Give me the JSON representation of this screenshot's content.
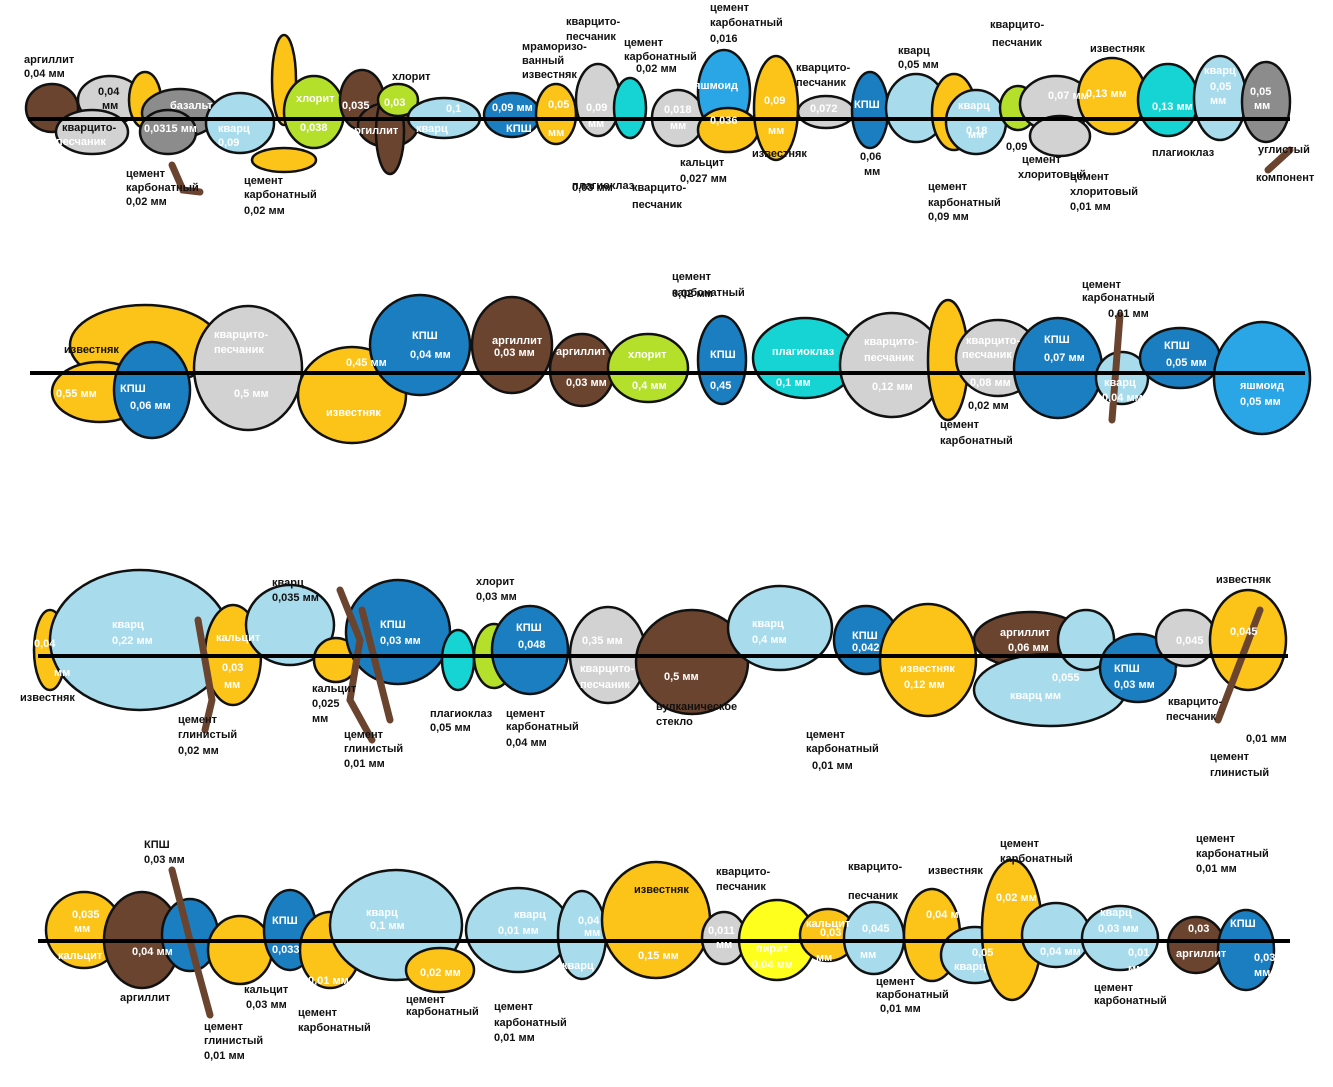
{
  "colors": {
    "quartz": "#a8dced",
    "limestone": "#fcc419",
    "argillite": "#6b4430",
    "sandstone": "#d2d2d2",
    "kpsh": "#1b7ec0",
    "chlorite": "#b4e02c",
    "plagioclase": "#16d4d4",
    "jasper": "#2aa5e5",
    "basalt": "#8c8c8c",
    "volcanic": "#6b4430",
    "pyrite": "#ffff1e",
    "cement": "#fcc419",
    "outline": "#111111"
  },
  "rows": [
    {
      "labels": [
        "аргиллит",
        "0,04 мм",
        "0,04",
        "мм",
        "кварцито-",
        "песчаник",
        "базальт",
        "0,0315 мм",
        "цемент",
        "карбонатный",
        "0,02 мм",
        "кварц",
        "0,09",
        "хлорит",
        "0,038",
        "цемент",
        "карбонатный",
        "0,02 мм",
        "0,035",
        "аргиллит",
        "0,03",
        "хлорит",
        "кварц",
        "0,1",
        "0,09 мм",
        "КПШ",
        "0,05",
        "мм",
        "мраморизо-",
        "ванный",
        "известняк",
        "кварцито-",
        "песчаник",
        "0,09",
        "мм",
        "плагиоклаз",
        "0,03 мм",
        "цемент",
        "карбонатный",
        "0,02 мм",
        "0,018",
        "мм",
        "кварцито-",
        "песчаник",
        "кальцит",
        "0,027 мм",
        "цемент",
        "карбонатный",
        "0,016",
        "яшмоид",
        "0,036",
        "0,09",
        "мм",
        "известняк",
        "кварцито-",
        "песчаник",
        "0,072",
        "КПШ",
        "0,06",
        "мм",
        "кварц",
        "0,05 мм",
        "кварц",
        "0,18",
        "мм",
        "цемент",
        "карбонатный",
        "0,09 мм",
        "0,09",
        "цемент",
        "хлоритовый",
        "кварцито-",
        "песчаник",
        "0,07 мм",
        "известняк",
        "0,13 мм",
        "цемент",
        "хлоритовый",
        "0,01 мм",
        "0,13 мм",
        "плагиоклаз",
        "кварц",
        "0,05",
        "мм",
        "0,05",
        "мм",
        "углистый",
        "компонент"
      ]
    },
    {
      "labels": [
        "известняк",
        "0,55 мм",
        "КПШ",
        "0,06 мм",
        "кварцито-",
        "песчаник",
        "0,5 мм",
        "0,45 мм",
        "известняк",
        "КПШ",
        "0,04 мм",
        "аргиллит",
        "0,03 мм",
        "аргиллит",
        "0,03 мм",
        "цемент",
        "карбонатный",
        "0,02 мм",
        "хлорит",
        "0,4 мм",
        "КПШ",
        "0,45",
        "плагиоклаз",
        "0,1 мм",
        "кварцито-",
        "песчаник",
        "0,12 мм",
        "кварцито-",
        "песчаник",
        "0,08 мм",
        "0,02 мм",
        "цемент",
        "карбонатный",
        "КПШ",
        "0,07 мм",
        "цемент",
        "карбонатный",
        "0,01 мм",
        "кварц",
        "0,04 мм",
        "КПШ",
        "0,05 мм",
        "яшмоид",
        "0,05 мм"
      ]
    },
    {
      "labels": [
        "0,04",
        "мм",
        "известняк",
        "кварц",
        "0,22 мм",
        "кальцит",
        "0,03",
        "мм",
        "цемент",
        "глинистый",
        "0,02 мм",
        "кварц",
        "0,035 мм",
        "кальцит",
        "0,025",
        "мм",
        "цемент",
        "глинистый",
        "0,01 мм",
        "КПШ",
        "0,03 мм",
        "плагиоклаз",
        "0,05 мм",
        "хлорит",
        "0,03 мм",
        "КПШ",
        "0,048",
        "цемент",
        "карбонатный",
        "0,04 мм",
        "0,35 мм",
        "кварцито-",
        "песчаник",
        "0,5 мм",
        "вулканическое",
        "стекло",
        "кварц",
        "0,4 мм",
        "КПШ",
        "0,042",
        "цемент",
        "карбонатный",
        "0,01 мм",
        "известняк",
        "0,12 мм",
        "аргиллит",
        "0,06 мм",
        "0,055",
        "кварц  мм",
        "КПШ",
        "0,03 мм",
        "0,045",
        "мм",
        "кварцито-",
        "песчаник",
        "известняк",
        "0,045",
        "0,01 мм",
        "цемент",
        "глинистый"
      ]
    },
    {
      "labels": [
        "0,035",
        "мм",
        "кальцит",
        "КПШ",
        "0,03 мм",
        "0,04 мм",
        "аргиллит",
        "цемент",
        "глинистый",
        "0,01 мм",
        "кальцит",
        "0,03 мм",
        "КПШ",
        "0,033",
        "кварц",
        "0,1 мм",
        "0,01 мм",
        "цемент",
        "карбонатный",
        "0,02 мм",
        "цемент",
        "карбонатный",
        "кварц",
        "0,01 мм",
        "цемент",
        "карбонатный",
        "0,01 мм",
        "0,04",
        "мм",
        "кварц",
        "известняк",
        "0,15 мм",
        "кварцито-",
        "песчаник",
        "0,011",
        "мм",
        "пирит",
        "0,04 мм",
        "кальцит",
        "0,03",
        "мм",
        "кварцито-",
        "песчаник",
        "0,045",
        "мм",
        "цемент",
        "карбонатный",
        "0,01 мм",
        "известняк",
        "0,04 мм",
        "кварц",
        "0,05",
        "цемент",
        "карбонатный",
        "0,02 мм",
        "0,04 мм",
        "кварц",
        "0,03 мм",
        "0,01",
        "мм",
        "цемент",
        "карбонатный",
        "цемент",
        "карбонатный",
        "0,01 мм",
        "мм",
        "0,03",
        "аргиллит",
        "КПШ",
        "0,03",
        "мм"
      ]
    }
  ]
}
